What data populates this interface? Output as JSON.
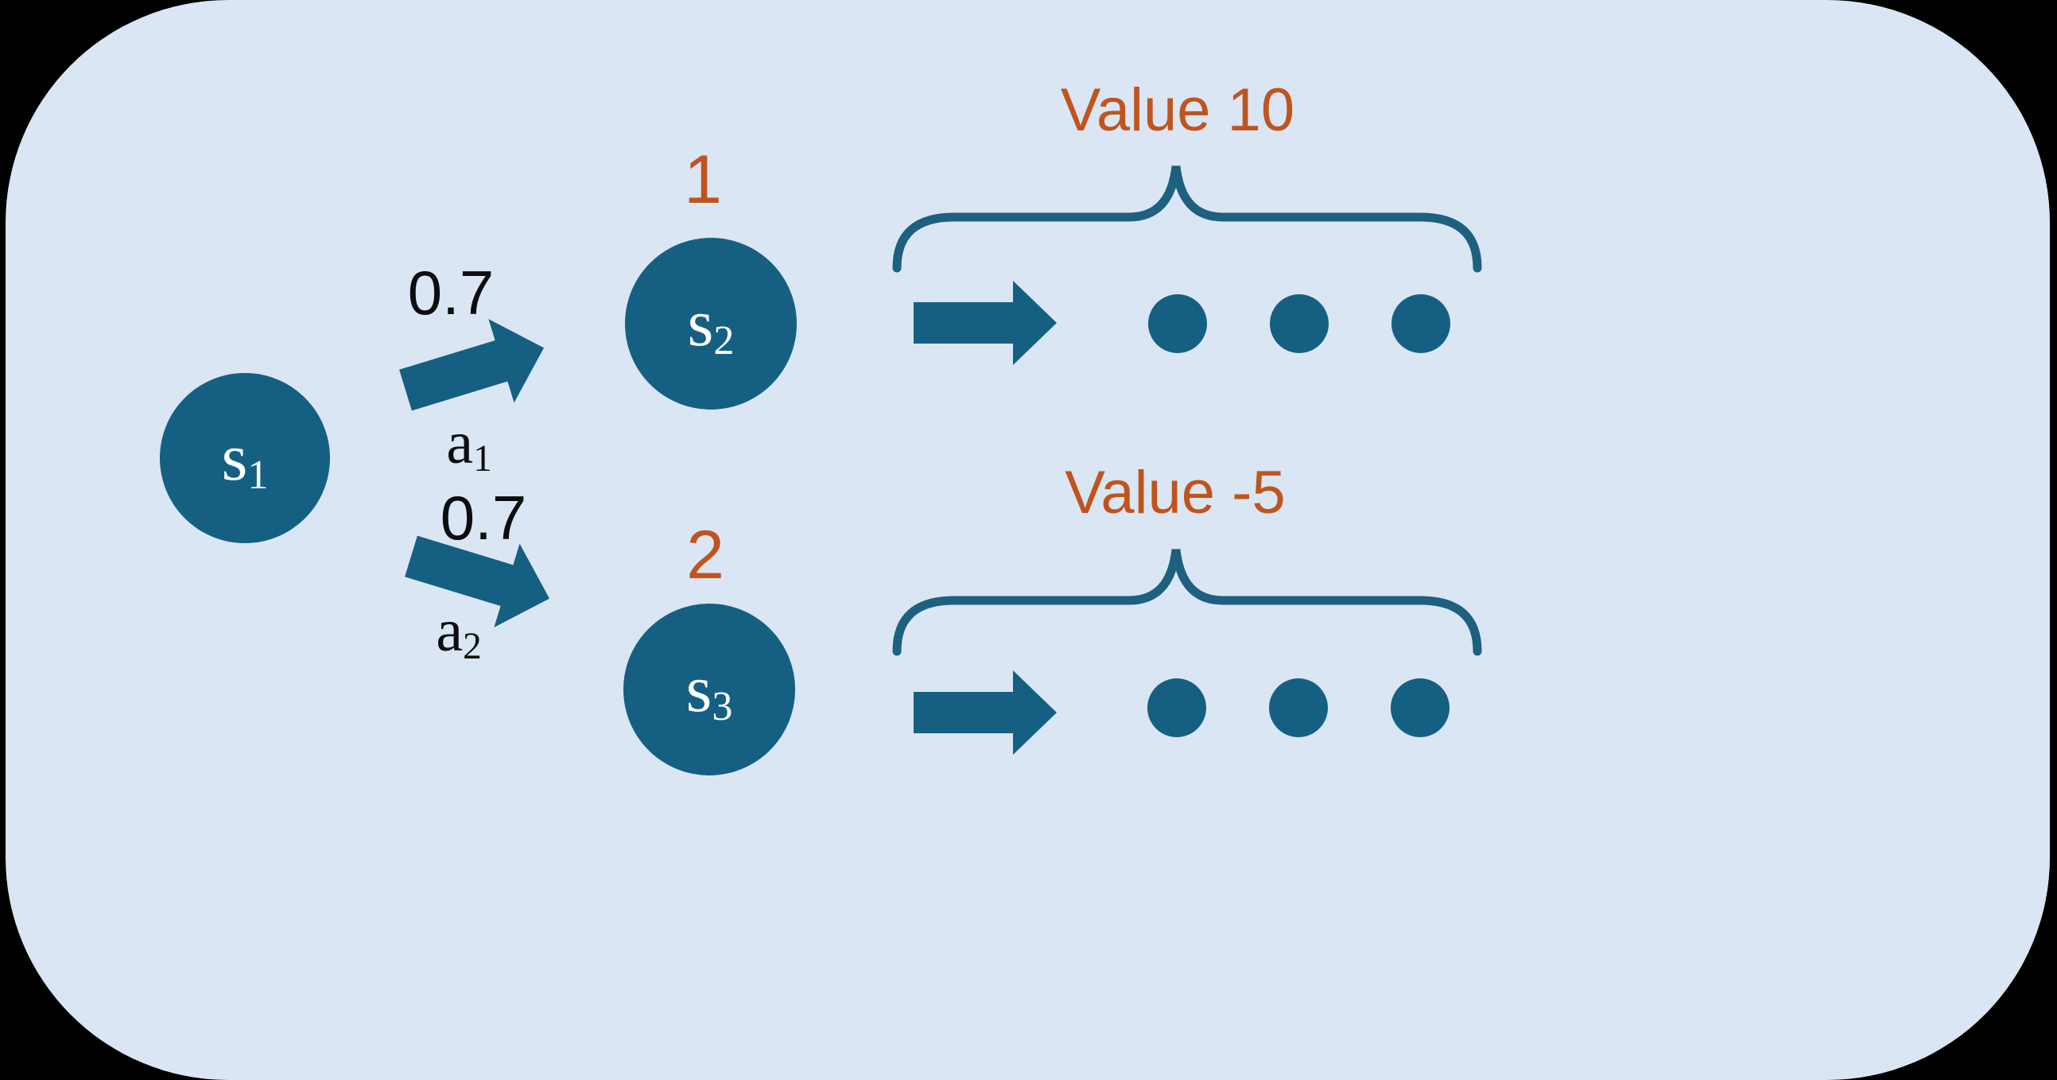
{
  "diagram": {
    "type": "mdp-transition-diagram",
    "background_color": "#000000",
    "panel_color": "#dae6f4",
    "accent_color": "#156082",
    "brace_color": "#1d6080",
    "highlight_color": "#c0541e",
    "label_color": "#0d0d0d",
    "state_text_color": "#ffffff"
  },
  "states": [
    {
      "base": "s",
      "sub": "1"
    },
    {
      "base": "s",
      "sub": "2"
    },
    {
      "base": "s",
      "sub": "3"
    }
  ],
  "transitions": [
    {
      "probability": "0.7",
      "action_base": "a",
      "action_sub": "1"
    },
    {
      "probability": "0.7",
      "action_base": "a",
      "action_sub": "2"
    }
  ],
  "outcomes": [
    {
      "index": "1",
      "value_label": "Value 10"
    },
    {
      "index": "2",
      "value_label": "Value -5"
    }
  ]
}
